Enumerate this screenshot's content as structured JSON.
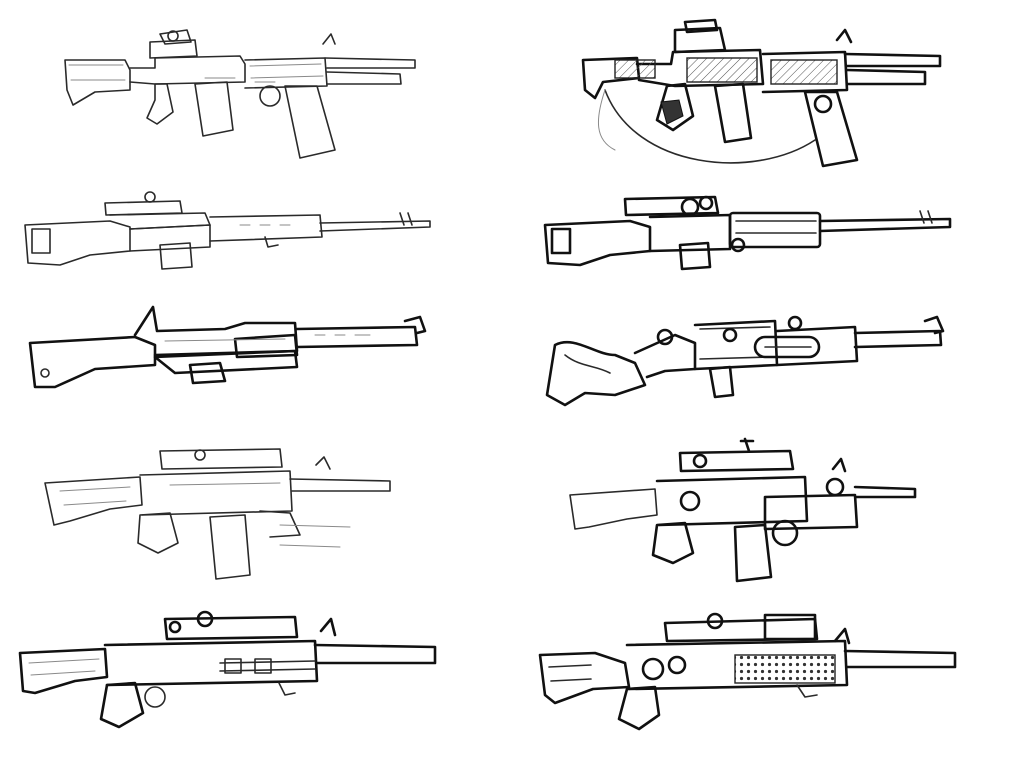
{
  "sheet": {
    "background": "#ffffff",
    "ink": "#2a2a2a",
    "rows": 5,
    "columns": 2,
    "items": [
      {
        "row": 1,
        "side": "left",
        "variant": "carbine-sketch"
      },
      {
        "row": 1,
        "side": "right",
        "variant": "carbine-detailed"
      },
      {
        "row": 2,
        "side": "left",
        "variant": "marksman-rifle-sketch"
      },
      {
        "row": 2,
        "side": "right",
        "variant": "marksman-rifle-detailed"
      },
      {
        "row": 3,
        "side": "left",
        "variant": "battle-rifle-sketch"
      },
      {
        "row": 3,
        "side": "right",
        "variant": "battle-rifle-detailed"
      },
      {
        "row": 4,
        "side": "left",
        "variant": "assault-rifle-sketch"
      },
      {
        "row": 4,
        "side": "right",
        "variant": "assault-rifle-detailed"
      },
      {
        "row": 5,
        "side": "left",
        "variant": "sniper-carbine-sketch"
      },
      {
        "row": 5,
        "side": "right",
        "variant": "sniper-carbine-detailed"
      }
    ]
  }
}
